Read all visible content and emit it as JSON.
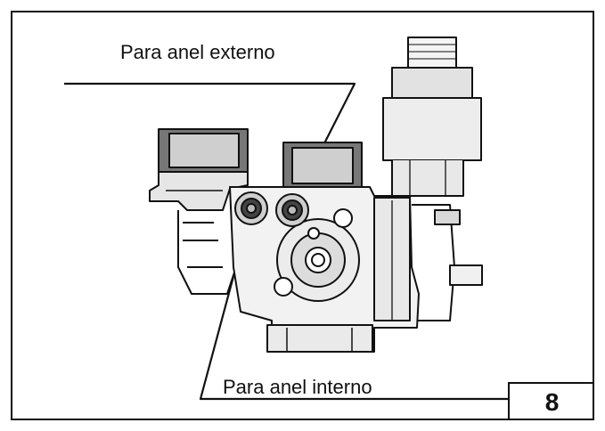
{
  "labels": {
    "outer_ring": "Para anel externo",
    "inner_ring": "Para anel interno"
  },
  "figure_number": "8"
}
